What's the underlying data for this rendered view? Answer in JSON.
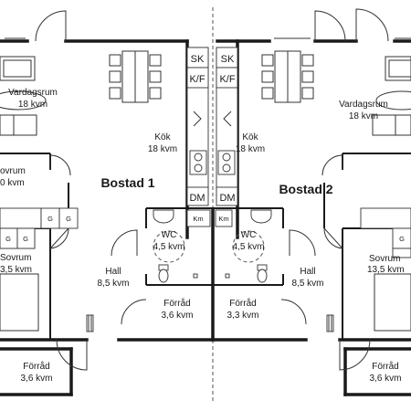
{
  "apartments": [
    {
      "label": "Bostad 1"
    },
    {
      "label": "Bostad 2"
    }
  ],
  "rooms": {
    "vardagsrum_1": {
      "name": "Vardagsrum",
      "area": "18 kvm"
    },
    "vardagsrum_2": {
      "name": "Vardagsrum",
      "area": "18 kvm"
    },
    "kok_1": {
      "name": "Kök",
      "area": "18 kvm"
    },
    "kok_2": {
      "name": "Kök",
      "area": "18 kvm"
    },
    "sovrum_left_top": {
      "name": "ovrum",
      "area": "0 kvm"
    },
    "sovrum_left_bottom": {
      "name": "Sovrum",
      "area": "3,5 kvm"
    },
    "sovrum_right": {
      "name": "Sovrum",
      "area": "13,5 kvm"
    },
    "wc_1": {
      "name": "WC",
      "area": "4,5 kvm"
    },
    "wc_2": {
      "name": "WC",
      "area": "4,5 kvm"
    },
    "hall_1": {
      "name": "Hall",
      "area": "8,5 kvm"
    },
    "hall_2": {
      "name": "Hall",
      "area": "8,5 kvm"
    },
    "forrad_inner_1": {
      "name": "Förråd",
      "area": "3,6 kvm"
    },
    "forrad_inner_2": {
      "name": "Förråd",
      "area": "3,3 kvm"
    },
    "forrad_outer_left": {
      "name": "Förråd",
      "area": "3,6 kvm"
    },
    "forrad_outer_right": {
      "name": "Förråd",
      "area": "3,6 kvm"
    }
  },
  "fixture_labels": {
    "sk": "SK",
    "kf": "K/F",
    "dm": "DM",
    "km": "Km",
    "g": "G"
  },
  "icons": [
    "door-swing-icon",
    "window-icon",
    "dining-table-icon",
    "sofa-icon",
    "toilet-icon",
    "sink-icon",
    "stove-icon",
    "radiator-icon"
  ]
}
